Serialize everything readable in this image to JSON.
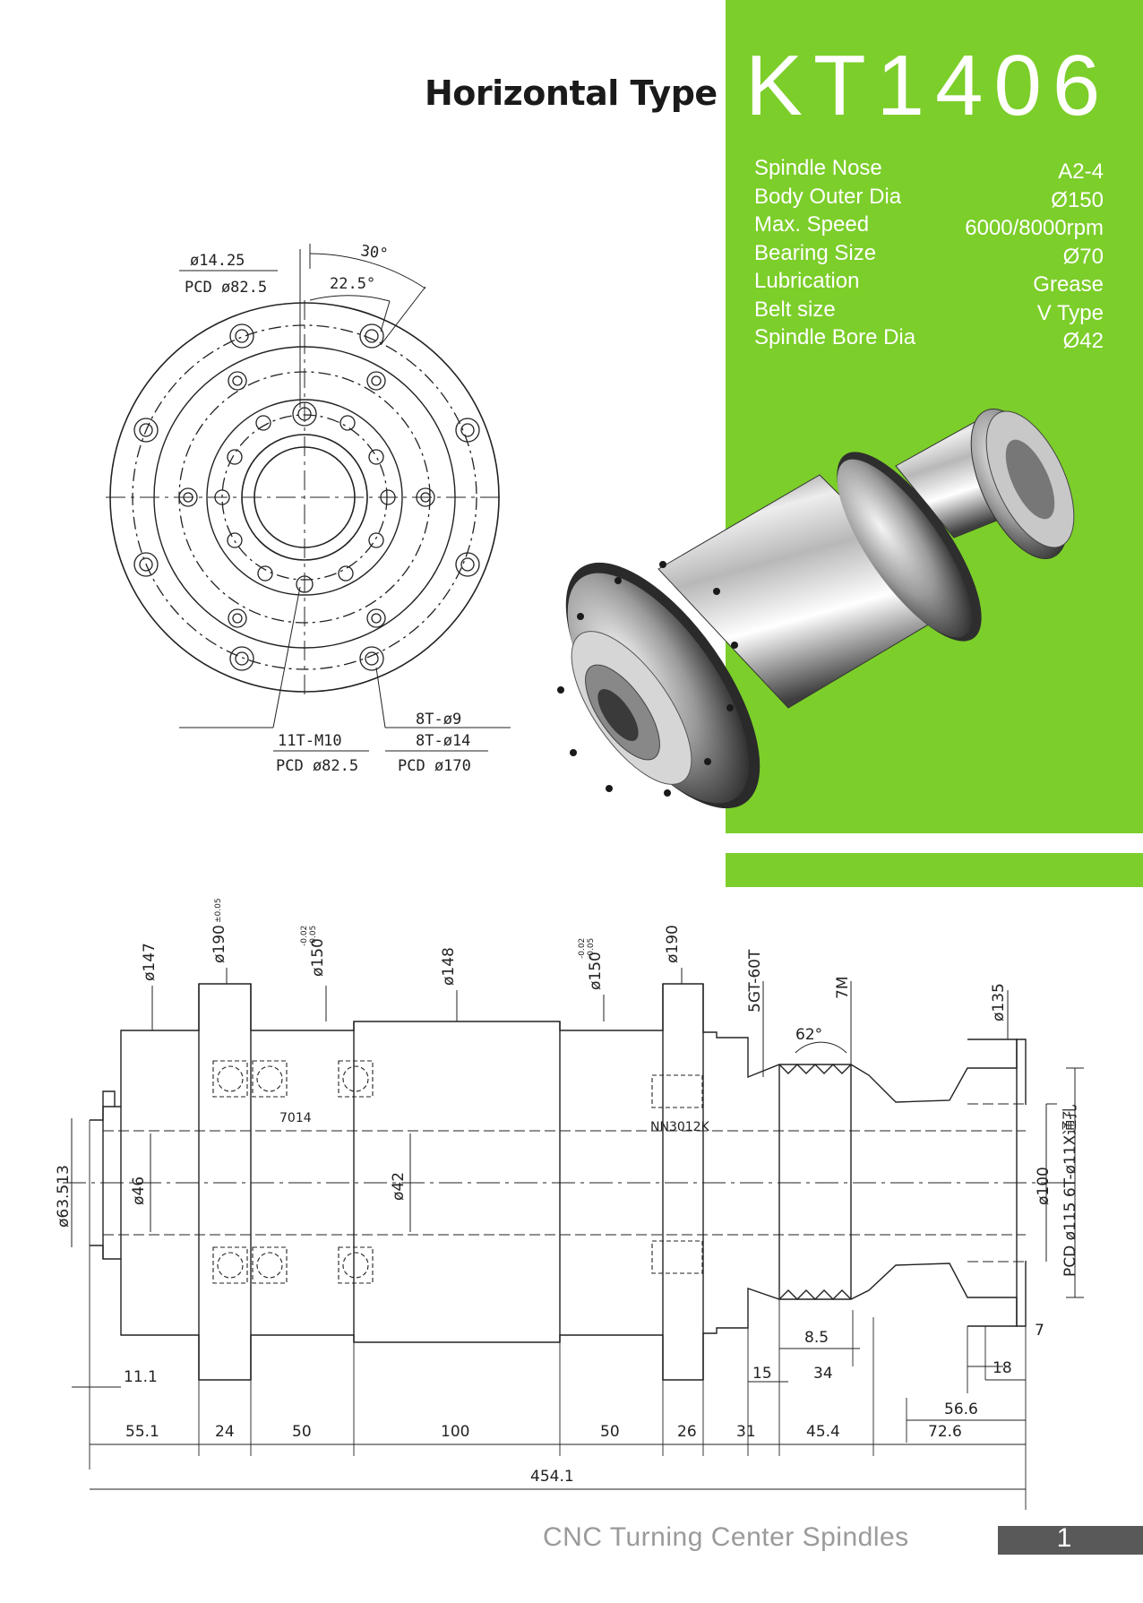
{
  "header": {
    "type_label": "Horizontal Type",
    "model": "KT1406"
  },
  "specs": [
    {
      "label": "Spindle Nose",
      "value": "A2-4"
    },
    {
      "label": "Body Outer Dia",
      "value": "Ø150"
    },
    {
      "label": "Max. Speed",
      "value": "6000/8000rpm"
    },
    {
      "label": "Bearing Size",
      "value": "Ø70"
    },
    {
      "label": "Lubrication",
      "value": "Grease"
    },
    {
      "label": "Belt size",
      "value": "V Type"
    },
    {
      "label": "Spindle Bore Dia",
      "value": "Ø42"
    }
  ],
  "front_view": {
    "hole_dia": "ø14.25",
    "hole_pcd": "PCD ø82.5",
    "angle_1": "30°",
    "angle_2": "22.5°",
    "thread_spec": "11T-M10",
    "thread_pcd": "PCD ø82.5",
    "bolt_spec_1": "8T-ø9",
    "bolt_spec_2": "8T-ø14",
    "bolt_pcd": "PCD ø170"
  },
  "side_view": {
    "dia_147": "ø147",
    "dia_190a": "ø190",
    "tol_190a": "±0.05",
    "dia_150a": "ø150",
    "tol_150a_top": "-0.02",
    "tol_150a_bot": "-0.05",
    "dia_148": "ø148",
    "dia_150b": "ø150",
    "tol_150b_top": "-0.02",
    "tol_150b_bot": "-0.05",
    "dia_190b": "ø190",
    "belt_teeth": "5GT-60T",
    "belt_7m": "7M",
    "dia_135": "ø135",
    "angle_62": "62°",
    "bearing_front": "7014",
    "bearing_rear": "NN3012K",
    "dia_63513": "ø63.513",
    "dia_46": "ø46",
    "dia_42": "ø42",
    "dia_100": "ø100",
    "pcd_115": "PCD ø115 6T-ø11X通孔",
    "dim_8_5": "8.5",
    "dim_7": "7",
    "dim_18": "18",
    "dim_15": "15",
    "dim_34": "34",
    "dim_56_6": "56.6",
    "dim_11_1": "11.1",
    "seg": [
      "55.1",
      "24",
      "50",
      "100",
      "50",
      "26",
      "31",
      "45.4",
      "72.6"
    ],
    "total": "454.1"
  },
  "footer": {
    "title": "CNC Turning Center Spindles",
    "page": "1"
  }
}
